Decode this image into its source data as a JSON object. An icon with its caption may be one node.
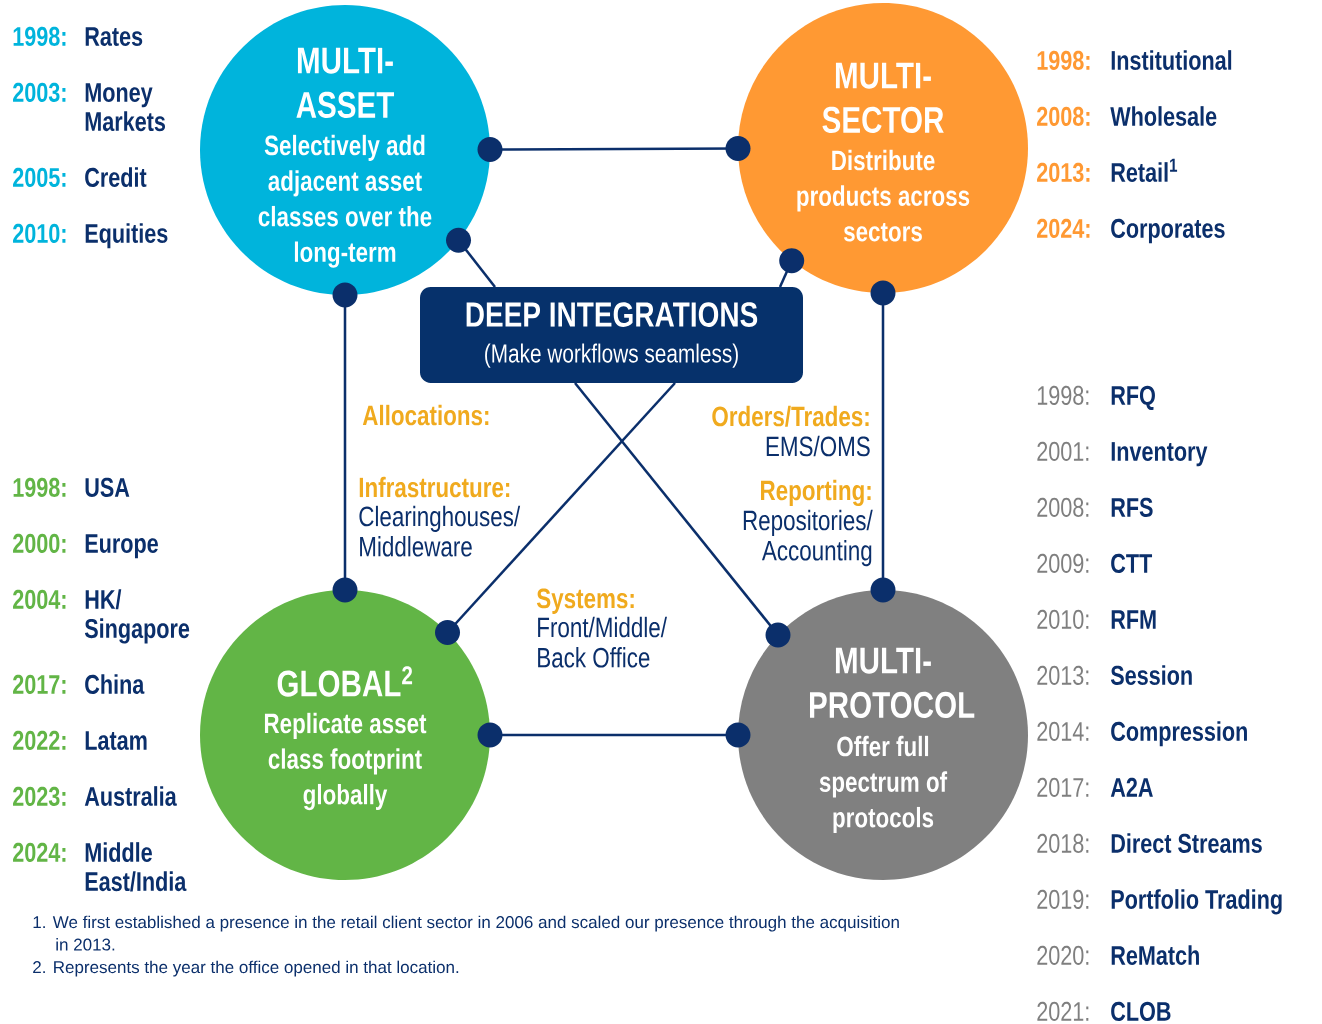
{
  "diagram": {
    "nodes": [
      {
        "text": [
          "MULTI- ASSET",
          "Selectively add adjacent asset classes over the long-term"
        ]
      },
      {
        "text": [
          "MULTI- SECTOR",
          "Distribute products across sectors"
        ]
      },
      {
        "text": [
          "DEEP INTEGRATIONS",
          "(Make workflows seamless)"
        ]
      },
      {
        "text": [
          "GLOBAL$^{2}$",
          "Replicate asset class footprint globally"
        ]
      },
      {
        "text": [
          "MULTI- PROTOCOL",
          "Offer full spectrum of protocols"
        ]
      }
    ],
    "edges": [
      {
        "from": 0,
        "to": 1,
        "arrow": "other"
      },
      {
        "from": 0,
        "to": 2,
        "arrow": "other"
      },
      {
        "from": 1,
        "to": 2,
        "arrow": "other"
      },
      {
        "from": 0,
        "to": 3,
        "arrow": "other"
      },
      {
        "from": 1,
        "to": 4,
        "arrow": "other"
      },
      {
        "from": 3,
        "to": 2,
        "arrow": "other"
      },
      {
        "from": 4,
        "to": 2,
        "arrow": "other"
      },
      {
        "from": 3,
        "to": 4,
        "arrow": "other"
      }
    ],
    "labels": [
      "1998:",
      "Rates",
      "2003:",
      "Money Markets",
      "2005:",
      "Credit",
      "2010:",
      "Equities",
      "1998:",
      "Institutional",
      "2008:",
      "Wholesale",
      "2013:",
      "Retail$^{1}$",
      "2024:",
      "Corporates",
      "Allocations:",
      "Orders/Trades:",
      "EMS/OMS",
      "Infrastructure:",
      "Clearinghouses/ Middleware",
      "Reporting:",
      "Repositories/ Accounting",
      "Systems:",
      "Front/Middle/ Back Office",
      "1998:",
      "RFQ",
      "2001:",
      "Inventory",
      "2008:",
      "RFS",
      "2009:",
      "CTT",
      "2010:",
      "RFM",
      "2013:",
      "Session",
      "2014:",
      "Compression",
      "2017:",
      "A2A",
      "2018:",
      "Direct Streams",
      "2019:",
      "Portfolio Trading",
      "2020:",
      "ReMatch",
      "2021:",
      "CLOB",
      "1998:",
      "USA",
      "2000:",
      "Europe",
      "2004:",
      "HK/ Singapore",
      "2017:",
      "China",
      "2022:",
      "Latam",
      "2023:",
      "Australia",
      "2024:",
      "Middle East/India",
      "1. We first established a presence in the retail client sector in 2006 and scaled our presence through the acquisition in 2013.",
      "2. Represents the year the office opened in that location."
    ]
  }
}
